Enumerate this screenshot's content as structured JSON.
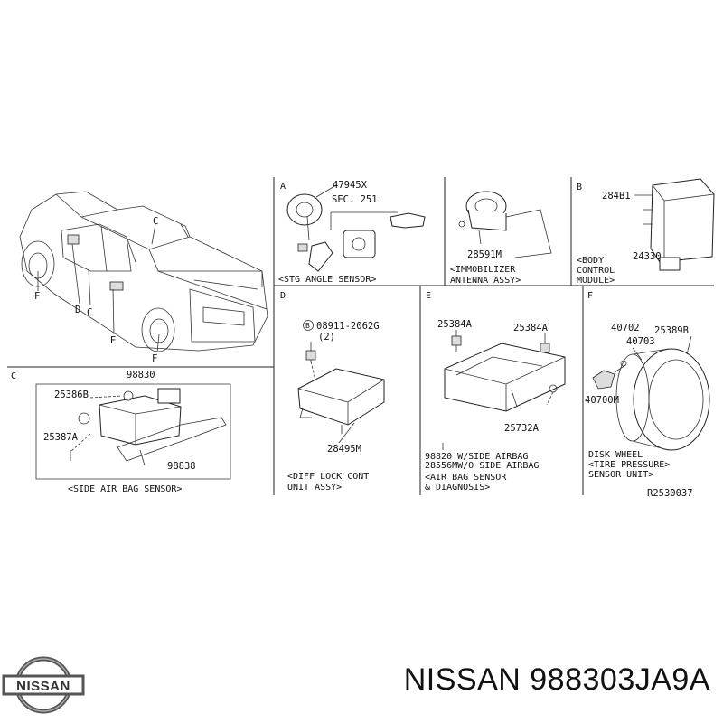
{
  "sections": {
    "A": {
      "letter": "A",
      "parts": [
        "47945X",
        "SEC. 251"
      ],
      "caption": "<STG ANGLE SENSOR>"
    },
    "immobilizer": {
      "parts": [
        "28591M"
      ],
      "caption_lines": [
        "<IMMOBILIZER",
        "ANTENNA ASSY>"
      ]
    },
    "B": {
      "letter": "B",
      "parts": [
        "284B1",
        "24330"
      ],
      "caption_lines": [
        "<BODY",
        "CONTROL",
        "MODULE>"
      ]
    },
    "C": {
      "letter": "C",
      "parts": [
        "98830",
        "25386B",
        "25387A",
        "98838"
      ],
      "caption": "<SIDE AIR BAG SENSOR>"
    },
    "D": {
      "letter": "D",
      "parts": [
        "08911-2062G",
        "(2)",
        "28495M"
      ],
      "bolt_mark": "B",
      "caption_lines": [
        "<DIFF LOCK CONT",
        "UNIT ASSY>"
      ]
    },
    "E": {
      "letter": "E",
      "parts": [
        "25384A",
        "25384A",
        "25732A"
      ],
      "notes": [
        "98820  W/SIDE AIRBAG",
        "28556MW/O SIDE AIRBAG"
      ],
      "caption_lines": [
        "<AIR BAG SENSOR",
        "& DIAGNOSIS>"
      ]
    },
    "F": {
      "letter": "F",
      "parts": [
        "40702",
        "25389B",
        "40703",
        "40700M"
      ],
      "caption_lines": [
        "DISK WHEEL",
        "<TIRE PRESSURE>",
        "SENSOR UNIT>"
      ]
    }
  },
  "vehicle_callouts": [
    "C",
    "F",
    "D",
    "C",
    "E",
    "F"
  ],
  "drawing_number": "R2530037",
  "brand": {
    "logo_text": "NISSAN",
    "caption": "NISSAN 988303JA9A"
  }
}
